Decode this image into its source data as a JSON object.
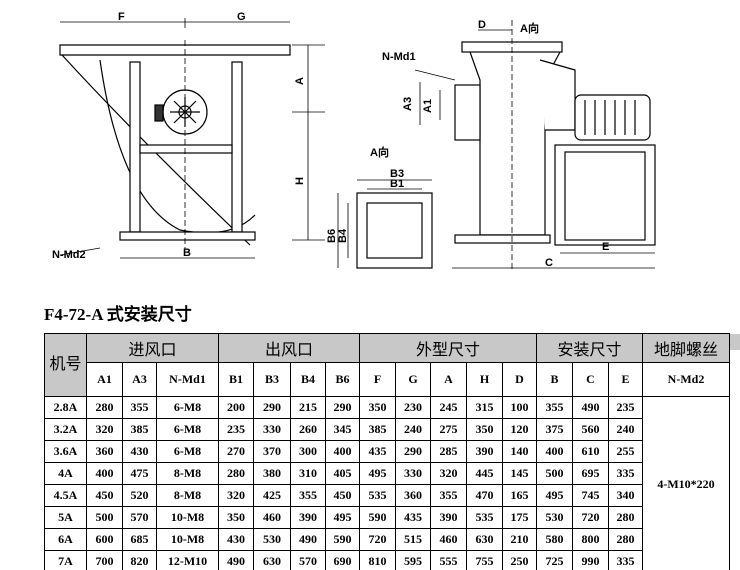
{
  "drawing_labels": {
    "front": {
      "F": "F",
      "G": "G",
      "A": "A",
      "H": "H",
      "B": "B",
      "nmd2": "N-Md2"
    },
    "side": {
      "D": "D",
      "a_dir_top": "A向",
      "nmd1": "N-Md1",
      "A3": "A3",
      "A1": "A1",
      "C": "C",
      "E": "E"
    },
    "outlet": {
      "a_dir": "A向",
      "B3": "B3",
      "B1": "B1",
      "B6": "B6",
      "B4": "B4"
    }
  },
  "title": "F4-72-A 式安装尺寸",
  "table": {
    "group_headers": [
      "机号",
      "进风口",
      "出风口",
      "外型尺寸",
      "安装尺寸",
      "地脚螺丝"
    ],
    "columns": [
      "A1",
      "A3",
      "N-Md1",
      "B1",
      "B3",
      "B4",
      "B6",
      "F",
      "G",
      "A",
      "H",
      "D",
      "B",
      "C",
      "E",
      "N-Md2"
    ],
    "rows": [
      [
        "2.8A",
        "280",
        "355",
        "6-M8",
        "200",
        "290",
        "215",
        "290",
        "350",
        "230",
        "245",
        "315",
        "100",
        "355",
        "490",
        "235"
      ],
      [
        "3.2A",
        "320",
        "385",
        "6-M8",
        "235",
        "330",
        "260",
        "345",
        "385",
        "240",
        "275",
        "350",
        "120",
        "375",
        "560",
        "240"
      ],
      [
        "3.6A",
        "360",
        "430",
        "6-M8",
        "270",
        "370",
        "300",
        "400",
        "435",
        "290",
        "285",
        "390",
        "140",
        "400",
        "610",
        "255"
      ],
      [
        "4A",
        "400",
        "475",
        "8-M8",
        "280",
        "380",
        "310",
        "405",
        "495",
        "330",
        "320",
        "445",
        "145",
        "500",
        "695",
        "335"
      ],
      [
        "4.5A",
        "450",
        "520",
        "8-M8",
        "320",
        "425",
        "355",
        "450",
        "535",
        "360",
        "355",
        "470",
        "165",
        "495",
        "745",
        "340"
      ],
      [
        "5A",
        "500",
        "570",
        "10-M8",
        "350",
        "460",
        "390",
        "495",
        "590",
        "435",
        "390",
        "535",
        "175",
        "530",
        "720",
        "280"
      ],
      [
        "6A",
        "600",
        "685",
        "10-M8",
        "430",
        "530",
        "490",
        "590",
        "720",
        "515",
        "460",
        "630",
        "210",
        "580",
        "800",
        "280"
      ],
      [
        "7A",
        "700",
        "820",
        "12-M10",
        "490",
        "630",
        "570",
        "690",
        "810",
        "595",
        "555",
        "755",
        "250",
        "725",
        "990",
        "335"
      ]
    ],
    "nmd2_value": "4-M10*220"
  }
}
